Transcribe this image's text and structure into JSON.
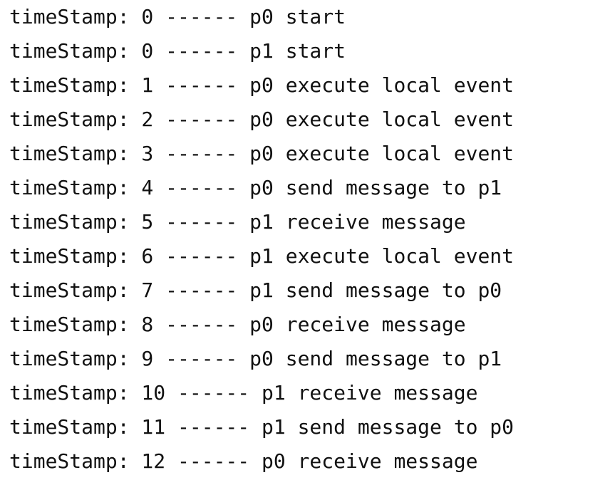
{
  "log": {
    "lines": [
      "timeStamp: 0 ------ p0 start",
      "timeStamp: 0 ------ p1 start",
      "timeStamp: 1 ------ p0 execute local event",
      "timeStamp: 2 ------ p0 execute local event",
      "timeStamp: 3 ------ p0 execute local event",
      "timeStamp: 4 ------ p0 send message to p1",
      "timeStamp: 5 ------ p1 receive message",
      "timeStamp: 6 ------ p1 execute local event",
      "timeStamp: 7 ------ p1 send message to p0",
      "timeStamp: 8 ------ p0 receive message",
      "timeStamp: 9 ------ p0 send message to p1",
      "timeStamp: 10 ------ p1 receive message",
      "timeStamp: 11 ------ p1 send message to p0",
      "timeStamp: 12 ------ p0 receive message"
    ]
  },
  "colors": {
    "background": "#ffffff",
    "text": "#111111"
  }
}
